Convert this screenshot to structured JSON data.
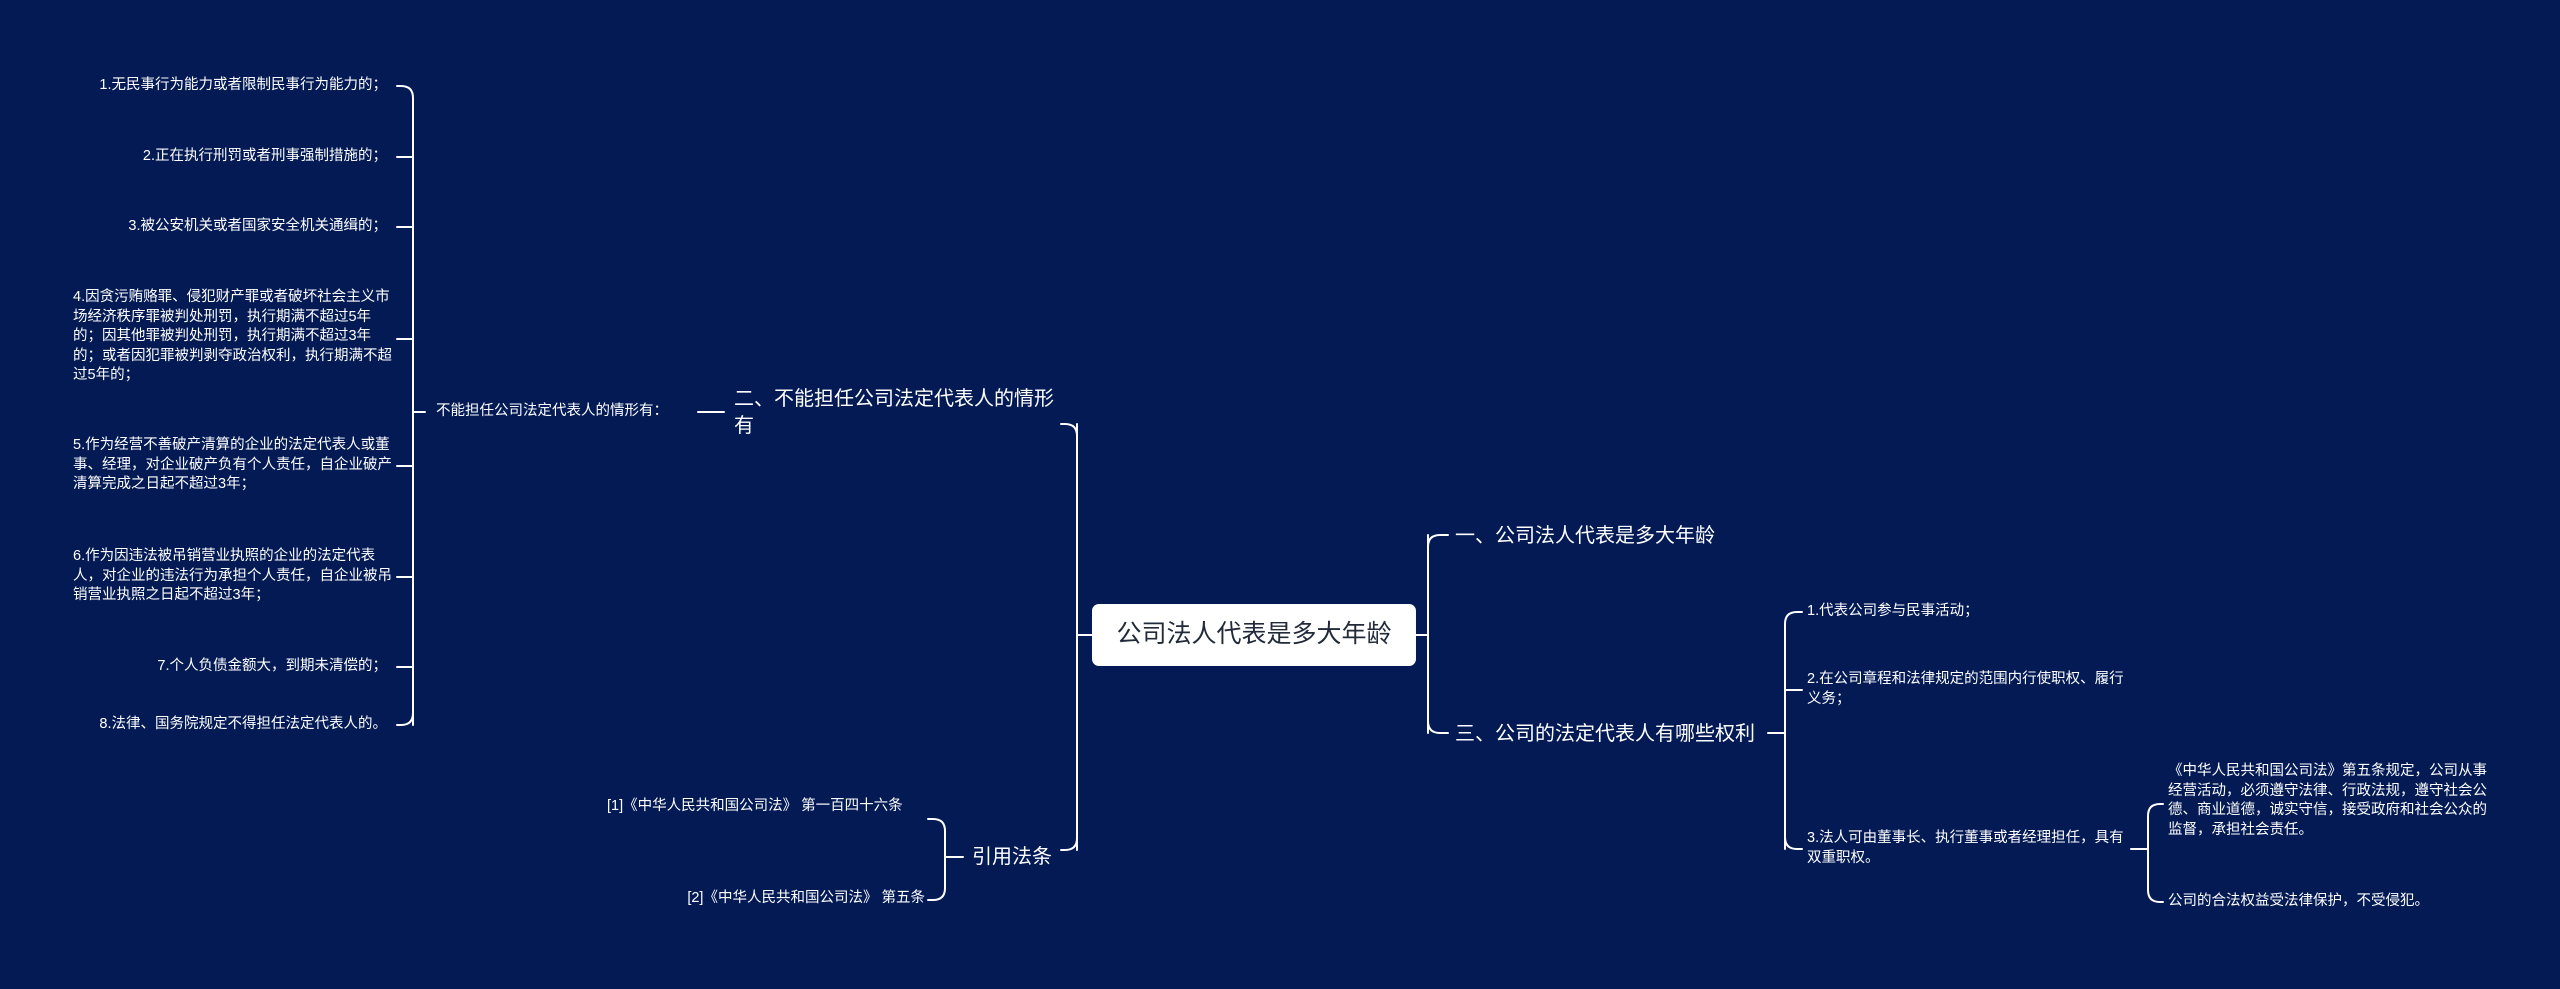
{
  "root": "公司法人代表是多大年龄",
  "branches": {
    "age": "一、公司法人代表是多大年龄",
    "cannot": "二、不能担任公司法定代表人的情形有",
    "rights": "三、公司的法定代表人有哪些权利",
    "cite": "引用法条"
  },
  "cannot_intro": "不能担任公司法定代表人的情形有：",
  "cannot_items": [
    "1.无民事行为能力或者限制民事行为能力的；",
    "2.正在执行刑罚或者刑事强制措施的；",
    "3.被公安机关或者国家安全机关通缉的；",
    "4.因贪污贿赂罪、侵犯财产罪或者破坏社会主义市场经济秩序罪被判处刑罚，执行期满不超过5年的；因其他罪被判处刑罚，执行期满不超过3年的；或者因犯罪被判剥夺政治权利，执行期满不超过5年的；",
    "5.作为经营不善破产清算的企业的法定代表人或董事、经理，对企业破产负有个人责任，自企业破产清算完成之日起不超过3年；",
    "6.作为因违法被吊销营业执照的企业的法定代表人，对企业的违法行为承担个人责任，自企业被吊销营业执照之日起不超过3年；",
    "7.个人负债金额大，到期未清偿的；",
    "8.法律、国务院规定不得担任法定代表人的。"
  ],
  "rights_items": [
    "1.代表公司参与民事活动；",
    "2.在公司章程和法律规定的范围内行使职权、履行义务；",
    "3.法人可由董事长、执行董事或者经理担任，具有双重职权。"
  ],
  "rights_sub": [
    "《中华人民共和国公司法》第五条规定，公司从事经营活动，必须遵守法律、行政法规，遵守社会公德、商业道德，诚实守信，接受政府和社会公众的监督，承担社会责任。",
    "公司的合法权益受法律保护，不受侵犯。"
  ],
  "cite_items": [
    "[1]《中华人民共和国公司法》 第一百四十六条",
    "[2]《中华人民共和国公司法》 第五条"
  ],
  "colors": {
    "background": "#031a55",
    "line": "#ffffff",
    "root_fill": "#ffffff",
    "root_text": "#222a3a"
  }
}
